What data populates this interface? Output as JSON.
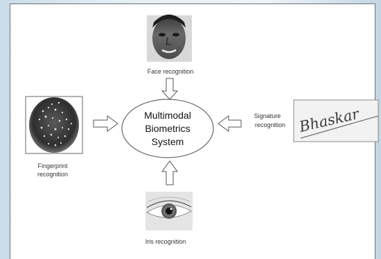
{
  "labels": {
    "face": "Face recognition",
    "fingerprint_line1": "Fingerprint",
    "fingerprint_line2": "recognition",
    "signature_line1": "Signature",
    "signature_line2": "recognition",
    "iris": "Iris recognition"
  },
  "center": {
    "line1": "Multimodal",
    "line2": "Biometrics",
    "line3": "System"
  },
  "signature_sample": "Bhaskar",
  "icons": [
    "face-photo",
    "fingerprint-image",
    "signature-image",
    "iris-eye-image",
    "hollow-arrow-down",
    "hollow-arrow-up",
    "hollow-arrow-right",
    "hollow-arrow-left"
  ]
}
